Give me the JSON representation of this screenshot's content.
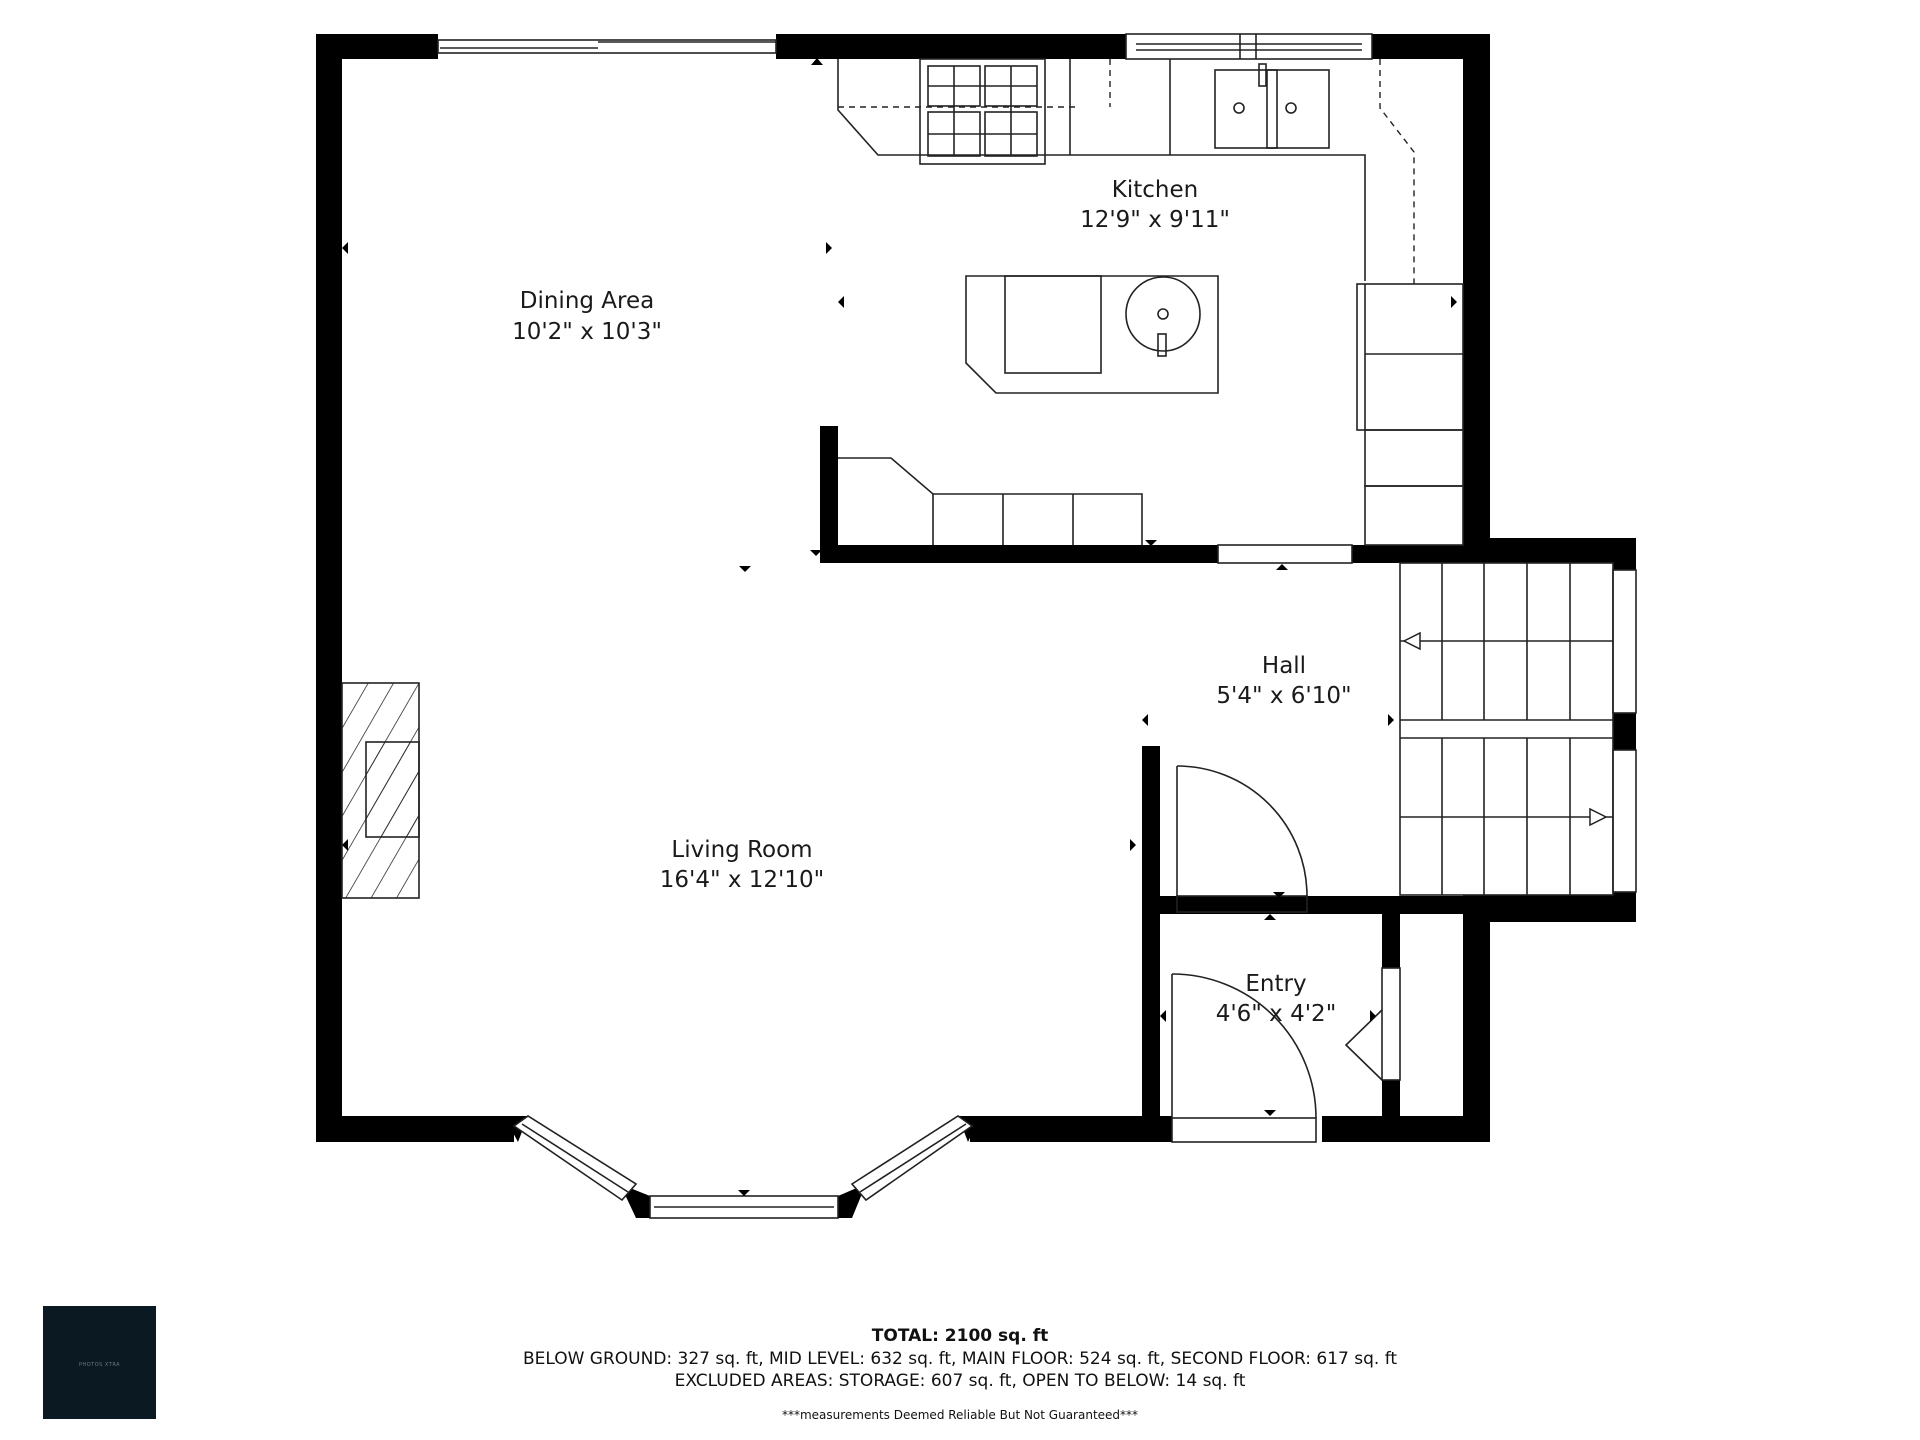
{
  "rooms": {
    "kitchen": {
      "name": "Kitchen",
      "size": "12'9\" x 9'11\""
    },
    "dining": {
      "name": "Dining Area",
      "size": "10'2\" x 10'3\""
    },
    "hall": {
      "name": "Hall",
      "size": "5'4\" x 6'10\""
    },
    "living": {
      "name": "Living Room",
      "size": "16'4\" x 12'10\""
    },
    "entry": {
      "name": "Entry",
      "size": "4'6\" x 4'2\""
    }
  },
  "footer": {
    "total": "TOTAL: 2100 sq. ft",
    "line1": "BELOW GROUND: 327 sq. ft, MID LEVEL: 632 sq. ft, MAIN FLOOR: 524 sq. ft, SECOND FLOOR: 617 sq. ft",
    "line2": "EXCLUDED AREAS: STORAGE: 607 sq. ft, OPEN TO BELOW: 14 sq. ft",
    "disclaimer": "***measurements Deemed Reliable But Not Guaranteed***"
  },
  "logo": {
    "text": "PHOTOS XTRA"
  },
  "colors": {
    "wall": "#000000",
    "background": "#ffffff",
    "logo_bg": "#0b1a22"
  }
}
